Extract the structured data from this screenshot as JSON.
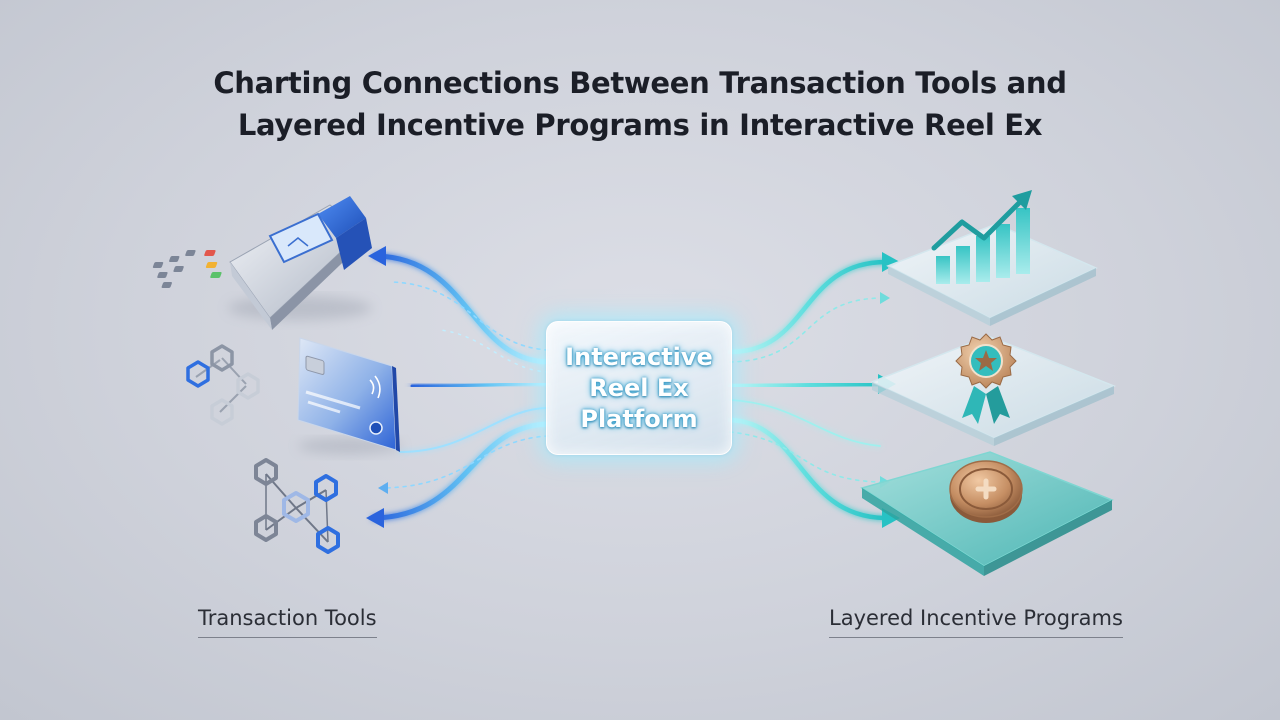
{
  "title": {
    "line1": "Charting Connections Between Transaction Tools and",
    "line2": "Layered Incentive Programs in Interactive Reel Ex"
  },
  "hub": {
    "line1": "Interactive",
    "line2": "Reel Ex",
    "line3": "Platform"
  },
  "left_section": {
    "label": "Transaction Tools",
    "items": [
      {
        "icon": "payment-terminal-icon"
      },
      {
        "icon": "network-graph-icon"
      },
      {
        "icon": "credit-card-icon"
      },
      {
        "icon": "blockchain-network-icon"
      }
    ]
  },
  "right_section": {
    "label": "Layered Incentive Programs",
    "layers": [
      {
        "icon": "growth-chart-icon"
      },
      {
        "icon": "award-badge-icon"
      },
      {
        "icon": "coin-icon"
      }
    ]
  },
  "colors": {
    "left_flow": "#2f6fe0",
    "right_flow": "#3ed4d2",
    "hub_glow": "#a0ecff",
    "title": "#1b1e27"
  }
}
